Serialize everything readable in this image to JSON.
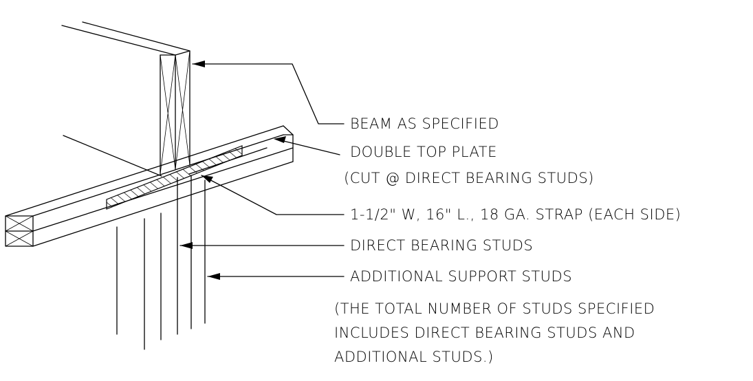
{
  "labels": {
    "beam": "BEAM AS SPECIFIED",
    "top_plate": "DOUBLE TOP PLATE",
    "top_plate_note": "(CUT @ DIRECT BEARING STUDS)",
    "strap": "1-1/2\" W, 16\" L., 18 GA. STRAP (EACH SIDE)",
    "direct_studs": "DIRECT BEARING STUDS",
    "additional_studs": "ADDITIONAL SUPPORT STUDS",
    "note_line1": "(THE TOTAL NUMBER OF STUDS SPECIFIED",
    "note_line2": "INCLUDES DIRECT BEARING STUDS AND",
    "note_line3": "ADDITIONAL STUDS.)"
  }
}
